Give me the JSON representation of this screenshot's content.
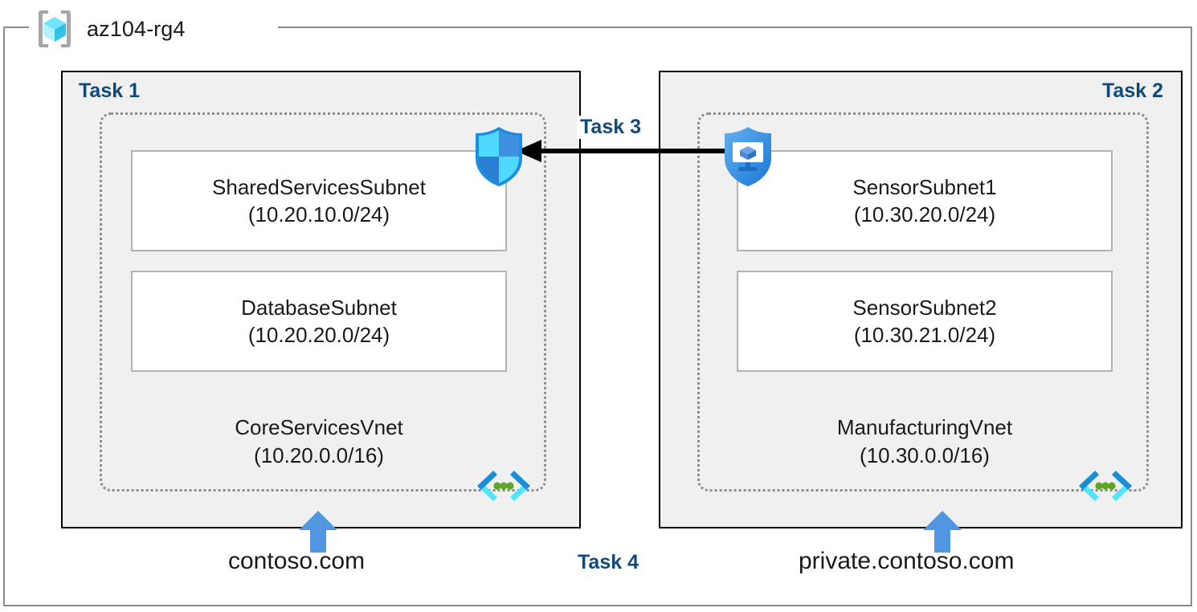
{
  "resource_group": {
    "name": "az104-rg4",
    "icon": "azure-resource-group-cube-icon"
  },
  "panels": [
    {
      "id": "left",
      "title": "Task 1",
      "vnet": {
        "name": "CoreServicesVnet",
        "cidr": "(10.20.0.0/16)",
        "icon": "virtual-network-icon"
      },
      "subnets": [
        {
          "name": "SharedServicesSubnet",
          "cidr": "(10.20.10.0/24)"
        },
        {
          "name": "DatabaseSubnet",
          "cidr": "(10.20.20.0/24)"
        }
      ],
      "badge_icon": "network-security-group-shield-icon",
      "dns": {
        "label": "contoso.com",
        "icon": "up-arrow-icon"
      }
    },
    {
      "id": "right",
      "title": "Task 2",
      "vnet": {
        "name": "ManufacturingVnet",
        "cidr": "(10.30.0.0/16)",
        "icon": "virtual-network-icon"
      },
      "subnets": [
        {
          "name": "SensorSubnet1",
          "cidr": "(10.30.20.0/24)"
        },
        {
          "name": "SensorSubnet2",
          "cidr": "(10.30.21.0/24)"
        }
      ],
      "badge_icon": "azure-bastion-shield-icon",
      "dns": {
        "label": "private.contoso.com",
        "icon": "up-arrow-icon"
      }
    }
  ],
  "connection": {
    "label": "Task 3",
    "direction": "right-to-left",
    "icon": "peering-arrow-icon"
  },
  "dns_task": {
    "label": "Task 4"
  },
  "colors": {
    "task_label": "#0f4a7b",
    "panel_fill": "#f0f0f0",
    "panel_border": "#000000",
    "vnet_border": "#8c8c8c",
    "subnet_border": "#b3b3b3",
    "rg_border": "#8a8a8a",
    "azure_blue": "#5196e0",
    "azure_cyan": "#50e6ff",
    "arrow_black": "#000000",
    "vnet_icon_green": "#5fa526"
  }
}
